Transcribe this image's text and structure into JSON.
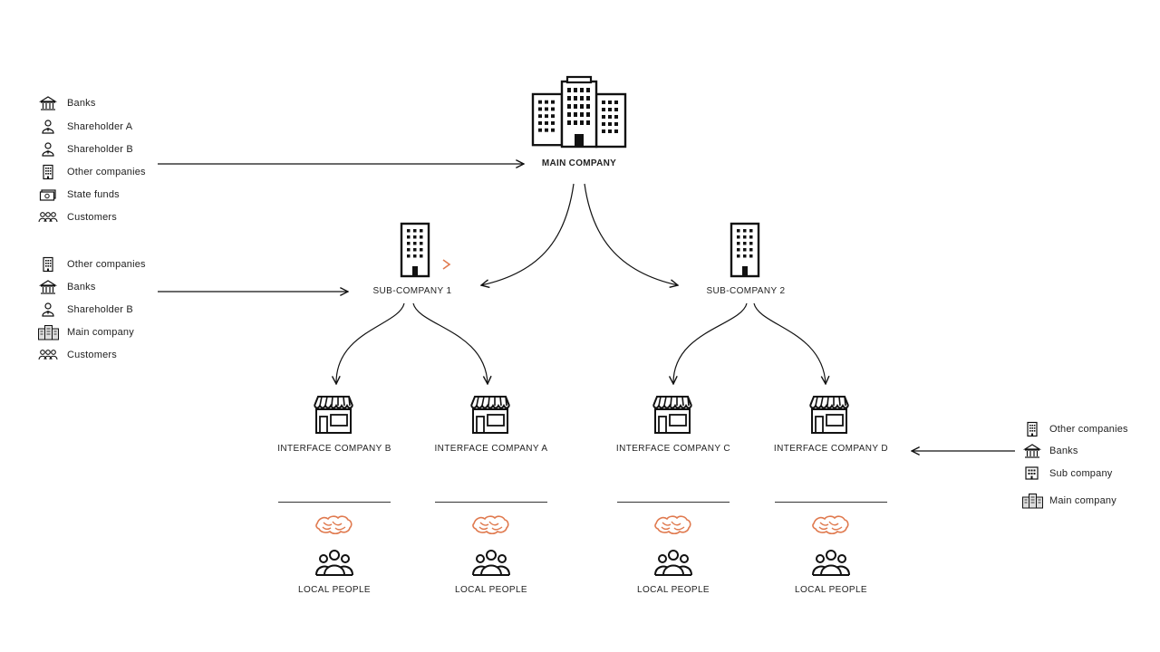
{
  "main_company": {
    "label": "MAIN COMPANY"
  },
  "sub_companies": [
    {
      "label": "SUB-COMPANY 1"
    },
    {
      "label": "SUB-COMPANY 2"
    }
  ],
  "interface_companies": [
    {
      "label": "INTERFACE COMPANY B",
      "local": "LOCAL PEOPLE"
    },
    {
      "label": "INTERFACE COMPANY A",
      "local": "LOCAL PEOPLE"
    },
    {
      "label": "INTERFACE COMPANY C",
      "local": "LOCAL PEOPLE"
    },
    {
      "label": "INTERFACE COMPANY D",
      "local": "LOCAL PEOPLE"
    }
  ],
  "main_funders": [
    {
      "label": "Banks",
      "icon": "bank-icon"
    },
    {
      "label": "Shareholder A",
      "icon": "person-icon"
    },
    {
      "label": "Shareholder B",
      "icon": "person-icon"
    },
    {
      "label": "Other companies",
      "icon": "building-icon"
    },
    {
      "label": "State funds",
      "icon": "money-icon"
    },
    {
      "label": "Customers",
      "icon": "group-icon"
    }
  ],
  "sub1_funders": [
    {
      "label": "Other companies",
      "icon": "building-icon"
    },
    {
      "label": "Banks",
      "icon": "bank-icon"
    },
    {
      "label": "Shareholder B",
      "icon": "person-icon"
    },
    {
      "label": "Main company",
      "icon": "company-icon"
    },
    {
      "label": "Customers",
      "icon": "group-icon"
    }
  ],
  "interface_d_funders": [
    {
      "label": "Other companies",
      "icon": "building-icon"
    },
    {
      "label": "Banks",
      "icon": "bank-icon"
    },
    {
      "label": "Sub company",
      "icon": "small-building-icon"
    },
    {
      "label": "Main company",
      "icon": "company-icon"
    }
  ],
  "colors": {
    "accent": "#e07a4f",
    "ink": "#111111"
  }
}
